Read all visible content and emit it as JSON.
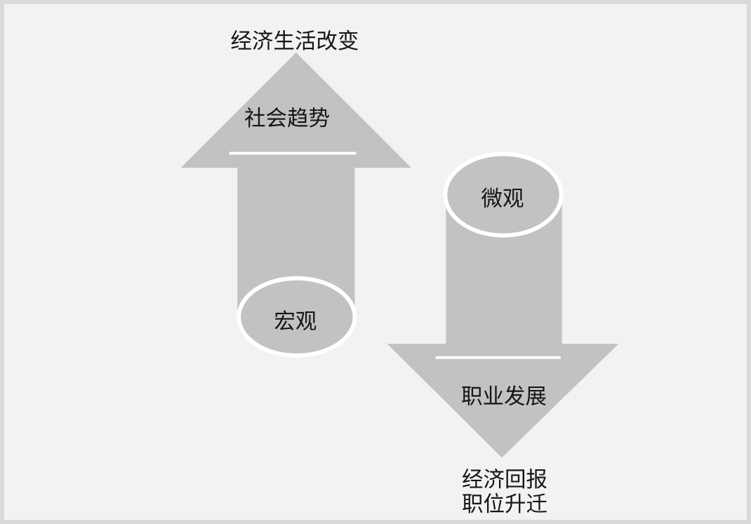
{
  "colors": {
    "background": "#f1f2f2",
    "frame_border": "#d9dadb",
    "arrow_fill": "#c1c2c2",
    "divider_line": "#ffffff",
    "ellipse_stroke": "#ffffff",
    "text": "#161616"
  },
  "up_arrow": {
    "top_label": "经济生活改变",
    "head_label": "社会趋势",
    "ellipse_label": "宏观"
  },
  "down_arrow": {
    "ellipse_label": "微观",
    "head_label": "职业发展",
    "bottom_labels": {
      "line1": "经济回报",
      "line2": "职位升迁"
    }
  }
}
